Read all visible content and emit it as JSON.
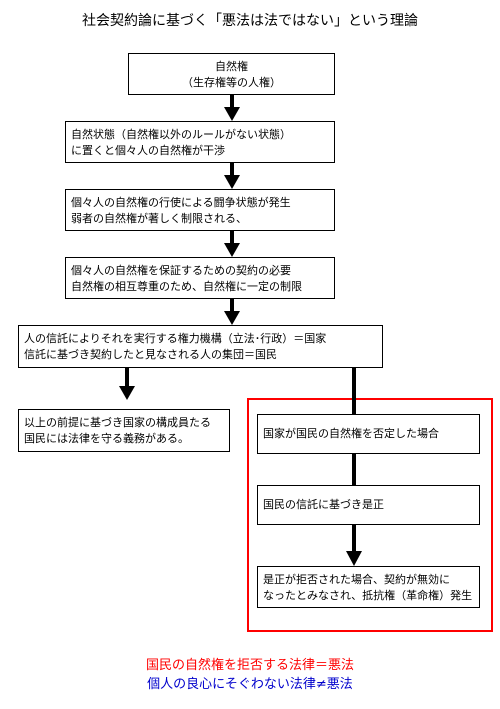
{
  "title": "社会契約論に基づく「悪法は法ではない」という理論",
  "boxes": {
    "natural_right": {
      "line1": "自然権",
      "line2": "（生存権等の人権）"
    },
    "state_of_nature": {
      "line1": "自然状態（自然権以外のルールがない状態）",
      "line2": "に置くと個々人の自然権が干渉"
    },
    "conflict": {
      "line1": "個々人の自然権の行使による闘争状態が発生",
      "line2": "弱者の自然権が著しく制限される、"
    },
    "contract": {
      "line1": "個々人の自然権を保証するための契約の必要",
      "line2": "自然権の相互尊重のため、自然権に一定の制限"
    },
    "state": {
      "line1": "人の信託によりそれを実行する権力機構（立法･行政）＝国家",
      "line2": "信託に基づき契約したと見なされる人の集団＝国民"
    },
    "duty": {
      "line1": "以上の前提に基づき国家の構成員たる",
      "line2": "国民には法律を守る義務がある。"
    },
    "denial": {
      "line1": "国家が国民の自然権を否定した場合"
    },
    "correction": {
      "line1": "国民の信託に基づき是正"
    },
    "resistance": {
      "line1": "是正が拒否された場合、契約が無効に",
      "line2": "なったとみなされ、抵抗権（革命権）発生"
    }
  },
  "footer": {
    "line1": "国民の自然権を拒否する法律＝悪法",
    "line2": "個人の良心にそぐわない法律≠悪法"
  },
  "colors": {
    "line1": "#ff0000",
    "line2": "#0000cc",
    "frame": "#ff0000",
    "arrow": "#000000"
  }
}
